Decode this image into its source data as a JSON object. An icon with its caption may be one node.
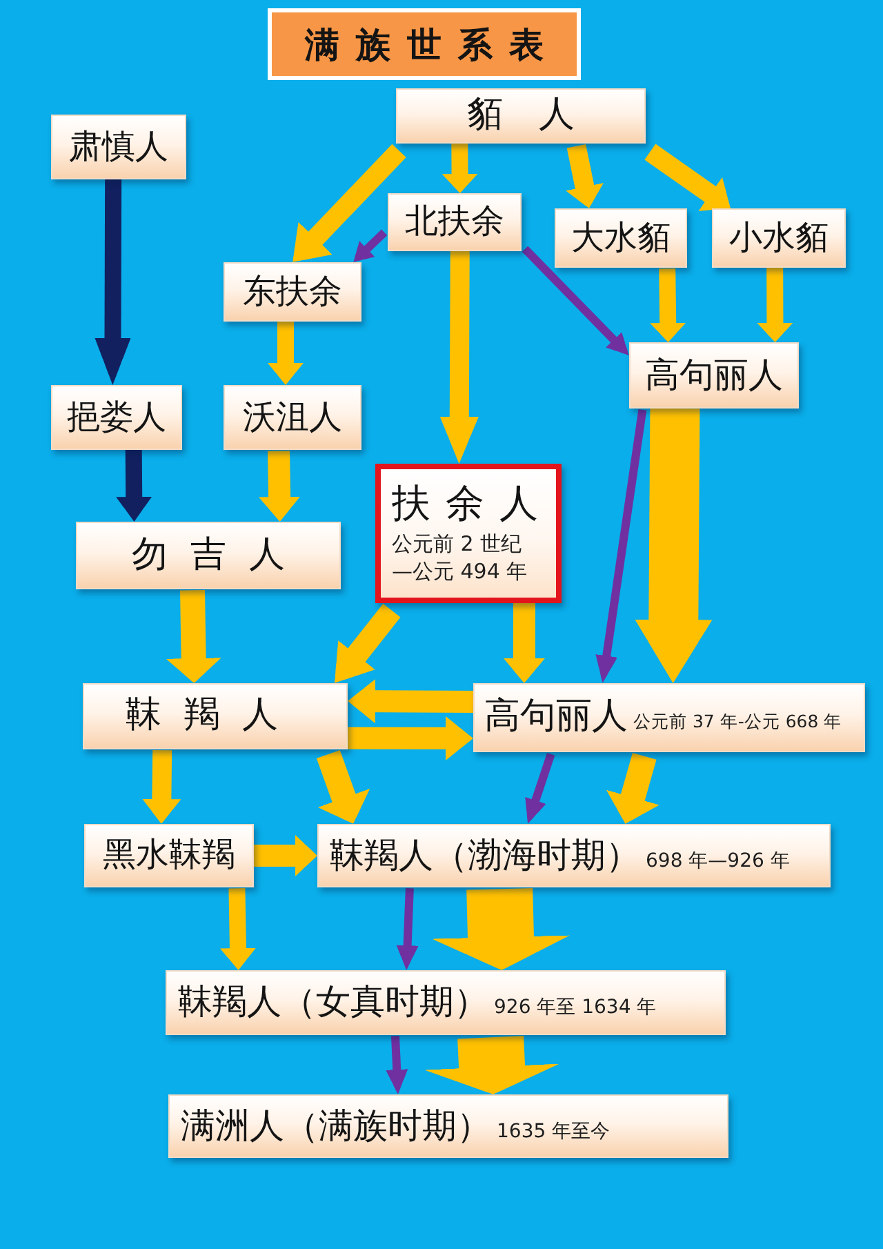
{
  "diagram": {
    "title": "满族世系表",
    "nodes": [
      {
        "text": [
          "貊 人"
        ]
      },
      {
        "text": [
          "肃慎人"
        ]
      },
      {
        "text": [
          "北扶余"
        ]
      },
      {
        "text": [
          "大水貊"
        ]
      },
      {
        "text": [
          "小水貊"
        ]
      },
      {
        "text": [
          "东扶余"
        ]
      },
      {
        "text": [
          "高句丽人"
        ]
      },
      {
        "text": [
          "挹娄人"
        ]
      },
      {
        "text": [
          "沃沮人"
        ]
      },
      {
        "text": [
          "扶 余 人",
          "公元前 2 世纪 —公元 494 年"
        ]
      },
      {
        "text": [
          "勿 吉 人"
        ]
      },
      {
        "text": [
          "靺 羯 人"
        ]
      },
      {
        "text": [
          "高句丽人",
          "公元前 37 年-公元 668 年"
        ]
      },
      {
        "text": [
          "黑水靺羯"
        ]
      },
      {
        "text": [
          "靺羯人（渤海时期）",
          "698 年—926 年"
        ]
      },
      {
        "text": [
          "靺羯人（女真时期）",
          "926 年至 1634 年"
        ]
      },
      {
        "text": [
          "满洲人（满族时期）",
          "1635 年至今"
        ]
      }
    ],
    "edges": [
      {
        "from": 0,
        "to": 5,
        "arrow": "to"
      },
      {
        "from": 0,
        "to": 2,
        "arrow": "to"
      },
      {
        "from": 0,
        "to": 3,
        "arrow": "to"
      },
      {
        "from": 0,
        "to": 4,
        "arrow": "to"
      },
      {
        "from": 2,
        "to": 5,
        "arrow": "to",
        "color": "#7030a0"
      },
      {
        "from": 2,
        "to": 6,
        "arrow": "to",
        "color": "#7030a0"
      },
      {
        "from": 2,
        "to": 9,
        "arrow": "to"
      },
      {
        "from": 3,
        "to": 6,
        "arrow": "to"
      },
      {
        "from": 4,
        "to": 6,
        "arrow": "to"
      },
      {
        "from": 1,
        "to": 7,
        "arrow": "to",
        "color": "#122060"
      },
      {
        "from": 5,
        "to": 8,
        "arrow": "to"
      },
      {
        "from": 7,
        "to": 10,
        "arrow": "to",
        "color": "#122060"
      },
      {
        "from": 8,
        "to": 10,
        "arrow": "to"
      },
      {
        "from": 6,
        "to": 12,
        "arrow": "to",
        "style": "thick"
      },
      {
        "from": 6,
        "to": 12,
        "arrow": "to",
        "color": "#7030a0"
      },
      {
        "from": 9,
        "to": 11,
        "arrow": "to"
      },
      {
        "from": 9,
        "to": 12,
        "arrow": "to"
      },
      {
        "from": 10,
        "to": 11,
        "arrow": "to"
      },
      {
        "from": 12,
        "to": 11,
        "arrow": "to"
      },
      {
        "from": 11,
        "to": 12,
        "arrow": "to"
      },
      {
        "from": 11,
        "to": 13,
        "arrow": "to"
      },
      {
        "from": 11,
        "to": 14,
        "arrow": "to"
      },
      {
        "from": 12,
        "to": 14,
        "arrow": "to",
        "color": "#7030a0"
      },
      {
        "from": 12,
        "to": 14,
        "arrow": "to"
      },
      {
        "from": 13,
        "to": 14,
        "arrow": "to"
      },
      {
        "from": 13,
        "to": 15,
        "arrow": "to"
      },
      {
        "from": 14,
        "to": 15,
        "arrow": "to",
        "style": "thick"
      },
      {
        "from": 14,
        "to": 15,
        "arrow": "to",
        "color": "#7030a0"
      },
      {
        "from": 15,
        "to": 16,
        "arrow": "to",
        "style": "thick"
      },
      {
        "from": 15,
        "to": 16,
        "arrow": "to",
        "color": "#7030a0"
      }
    ]
  }
}
